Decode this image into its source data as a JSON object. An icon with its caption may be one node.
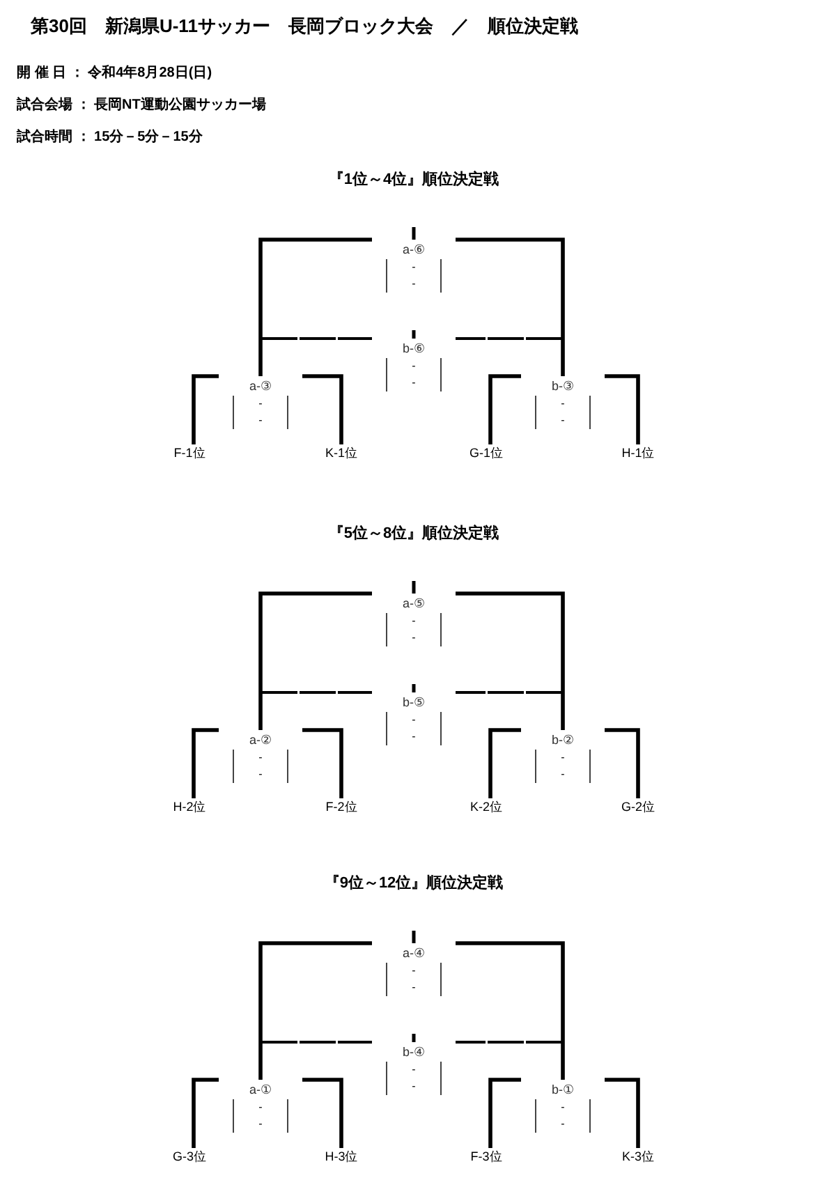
{
  "diagram": {
    "title": "第30回　新潟県U-11サッカー　長岡ブロック大会　／　順位決定戦",
    "nodes": [
      {
        "text": [
          "a-⑥",
          "-",
          "-"
        ]
      },
      {
        "text": [
          "b-⑥",
          "-",
          "-"
        ]
      },
      {
        "text": [
          "a-③",
          "-",
          "-"
        ]
      },
      {
        "text": [
          "b-③",
          "-",
          "-"
        ]
      },
      {
        "text": [
          "F-1位"
        ]
      },
      {
        "text": [
          "K-1位"
        ]
      },
      {
        "text": [
          "G-1位"
        ]
      },
      {
        "text": [
          "H-1位"
        ]
      },
      {
        "text": [
          "a-⑤",
          "-",
          "-"
        ]
      },
      {
        "text": [
          "b-⑤",
          "-",
          "-"
        ]
      },
      {
        "text": [
          "a-②",
          "-",
          "-"
        ]
      },
      {
        "text": [
          "b-②",
          "-",
          "-"
        ]
      },
      {
        "text": [
          "H-2位"
        ]
      },
      {
        "text": [
          "F-2位"
        ]
      },
      {
        "text": [
          "K-2位"
        ]
      },
      {
        "text": [
          "G-2位"
        ]
      },
      {
        "text": [
          "a-④",
          "-",
          "-"
        ]
      },
      {
        "text": [
          "b-④",
          "-",
          "-"
        ]
      },
      {
        "text": [
          "a-①",
          "-",
          "-"
        ]
      },
      {
        "text": [
          "b-①",
          "-",
          "-"
        ]
      },
      {
        "text": [
          "G-3位"
        ]
      },
      {
        "text": [
          "H-3位"
        ]
      },
      {
        "text": [
          "F-3位"
        ]
      },
      {
        "text": [
          "K-3位"
        ]
      }
    ],
    "edges": [
      {
        "from": 4,
        "to": 2,
        "arrow": "none"
      },
      {
        "from": 5,
        "to": 2,
        "arrow": "none"
      },
      {
        "from": 6,
        "to": 3,
        "arrow": "none"
      },
      {
        "from": 7,
        "to": 3,
        "arrow": "none"
      },
      {
        "from": 2,
        "to": 0,
        "arrow": "none"
      },
      {
        "from": 3,
        "to": 0,
        "arrow": "none"
      },
      {
        "from": 2,
        "to": 1,
        "arrow": "none",
        "style": "dashed"
      },
      {
        "from": 3,
        "to": 1,
        "arrow": "none",
        "style": "dashed"
      },
      {
        "from": 12,
        "to": 10,
        "arrow": "none"
      },
      {
        "from": 13,
        "to": 10,
        "arrow": "none"
      },
      {
        "from": 14,
        "to": 11,
        "arrow": "none"
      },
      {
        "from": 15,
        "to": 11,
        "arrow": "none"
      },
      {
        "from": 10,
        "to": 8,
        "arrow": "none"
      },
      {
        "from": 11,
        "to": 8,
        "arrow": "none"
      },
      {
        "from": 10,
        "to": 9,
        "arrow": "none",
        "style": "dashed"
      },
      {
        "from": 11,
        "to": 9,
        "arrow": "none",
        "style": "dashed"
      },
      {
        "from": 20,
        "to": 18,
        "arrow": "none"
      },
      {
        "from": 21,
        "to": 18,
        "arrow": "none"
      },
      {
        "from": 22,
        "to": 19,
        "arrow": "none"
      },
      {
        "from": 23,
        "to": 19,
        "arrow": "none"
      },
      {
        "from": 18,
        "to": 16,
        "arrow": "none"
      },
      {
        "from": 19,
        "to": 16,
        "arrow": "none"
      },
      {
        "from": 18,
        "to": 17,
        "arrow": "none",
        "style": "dashed"
      },
      {
        "from": 19,
        "to": 17,
        "arrow": "none",
        "style": "dashed"
      }
    ],
    "labels": [
      "開 催 日 ： 令和4年8月28日(日)",
      "試合会場 ： 長岡NT運動公園サッカー場",
      "試合時間 ： 15分－5分－15分",
      "『1位～4位』順位決定戦",
      "『5位～8位』順位決定戦",
      "『9位～12位』順位決定戦"
    ]
  }
}
